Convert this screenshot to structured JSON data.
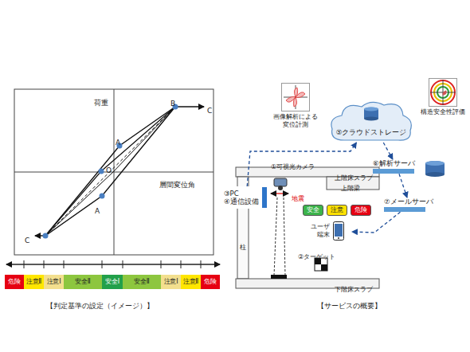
{
  "diagram": {
    "nodes": [
      {
        "text": [
          "危険"
        ]
      },
      {
        "text": [
          "注意Ⅱ"
        ]
      },
      {
        "text": [
          "注意Ⅰ"
        ]
      },
      {
        "text": [
          "安全Ⅱ"
        ]
      },
      {
        "text": [
          "安全Ⅰ"
        ]
      },
      {
        "text": [
          "安全Ⅱ"
        ]
      },
      {
        "text": [
          "注意Ⅰ"
        ]
      },
      {
        "text": [
          "注意Ⅱ"
        ]
      },
      {
        "text": [
          "危険"
        ]
      },
      {
        "text": [
          "画像解析による 変位計測"
        ]
      },
      {
        "text": [
          "⑤クラウドストレージ"
        ]
      },
      {
        "text": [
          "構造安全性評価"
        ]
      },
      {
        "text": [
          "③PC ④通信設備"
        ]
      },
      {
        "text": [
          "⑥解析サーバ"
        ]
      },
      {
        "text": [
          "⑦メールサーバ"
        ]
      },
      {
        "text": [
          "安全"
        ]
      },
      {
        "text": [
          "注意"
        ]
      },
      {
        "text": [
          "危険"
        ]
      },
      {
        "text": [
          "ユーザ 端末"
        ]
      }
    ],
    "edges": [
      {
        "from": 12,
        "to": 10,
        "arrow": "to"
      },
      {
        "from": 10,
        "to": 13,
        "arrow": "to"
      },
      {
        "from": 13,
        "to": 14,
        "arrow": "to"
      },
      {
        "from": 14,
        "to": 18,
        "arrow": "to"
      }
    ],
    "labels": [
      "荷重",
      "層間変位角",
      "B",
      "C",
      "A",
      "O",
      "A",
      "C",
      "【判定基準の設定（イメージ）】",
      "【サービスの概要】",
      "①可視光カメラ",
      "上階床スラブ",
      "上階梁",
      "地震",
      "柱",
      "②ターゲット",
      "下階床スラブ"
    ]
  }
}
